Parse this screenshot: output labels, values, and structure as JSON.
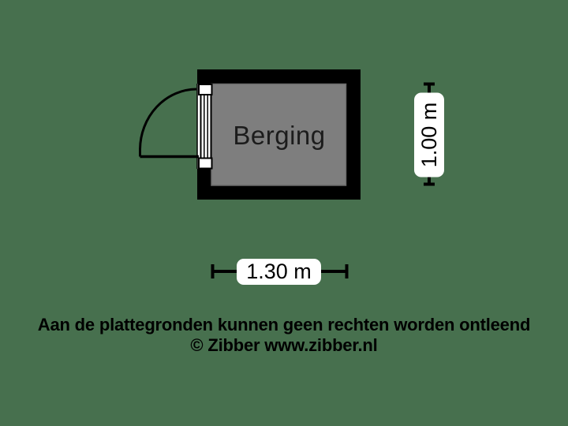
{
  "floorplan": {
    "room": {
      "label": "Berging"
    },
    "dimensions": {
      "width_label": "1.30 m",
      "height_label": "1.00 m"
    }
  },
  "footer": {
    "disclaimer": "Aan de plattegronden kunnen geen rechten worden ontleend",
    "credit": "© Zibber www.zibber.nl"
  },
  "colors": {
    "background": "#47704E",
    "wall": "#000000",
    "floor": "#7E7E7E",
    "floor_edge": "#6C6C6C",
    "label_background": "#FFFFFF",
    "text": "#1C1C1C",
    "line": "#000000"
  }
}
